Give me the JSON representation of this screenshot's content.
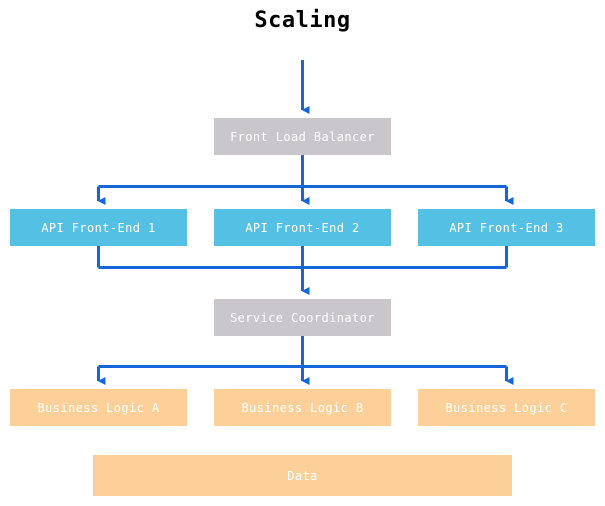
{
  "diagram": {
    "title": "Scaling",
    "type": "flowchart",
    "background": "#ffffff",
    "connector_color": "#1566d9",
    "palette": {
      "gray": "#c9c6cc",
      "cyan": "#54c0e3",
      "peach": "#fdd09a",
      "node_text": "#ffffff",
      "title_text": "#000000"
    },
    "tiers": [
      {
        "name": "entry",
        "nodes": [
          {
            "id": "front-load-balancer",
            "label": "Front Load Balancer",
            "color": "gray",
            "column": "center"
          }
        ]
      },
      {
        "name": "api-front-ends",
        "nodes": [
          {
            "id": "api-front-end-1",
            "label": "API Front-End 1",
            "color": "cyan",
            "column": "left"
          },
          {
            "id": "api-front-end-2",
            "label": "API Front-End 2",
            "color": "cyan",
            "column": "center"
          },
          {
            "id": "api-front-end-3",
            "label": "API Front-End 3",
            "color": "cyan",
            "column": "right"
          }
        ]
      },
      {
        "name": "coordination",
        "nodes": [
          {
            "id": "service-coordinator",
            "label": "Service Coordinator",
            "color": "gray",
            "column": "center"
          }
        ]
      },
      {
        "name": "business-logic",
        "nodes": [
          {
            "id": "business-logic-a",
            "label": "Business Logic A",
            "color": "peach",
            "column": "left"
          },
          {
            "id": "business-logic-b",
            "label": "Business Logic B",
            "color": "peach",
            "column": "center"
          },
          {
            "id": "business-logic-c",
            "label": "Business Logic C",
            "color": "peach",
            "column": "right"
          }
        ]
      },
      {
        "name": "storage",
        "nodes": [
          {
            "id": "data",
            "label": "Data",
            "color": "peach",
            "column": "wide-center"
          }
        ]
      }
    ],
    "edges": [
      {
        "id": "inbound-to-front-load-balancer",
        "from": "external",
        "to": "front-load-balancer",
        "style": "arrow-down"
      },
      {
        "id": "front-load-balancer-to-api-1",
        "from": "front-load-balancer",
        "to": "api-front-end-1",
        "style": "fan-out"
      },
      {
        "id": "front-load-balancer-to-api-2",
        "from": "front-load-balancer",
        "to": "api-front-end-2",
        "style": "fan-out"
      },
      {
        "id": "front-load-balancer-to-api-3",
        "from": "front-load-balancer",
        "to": "api-front-end-3",
        "style": "fan-out"
      },
      {
        "id": "api-1-to-service-coordinator",
        "from": "api-front-end-1",
        "to": "service-coordinator",
        "style": "fan-in"
      },
      {
        "id": "api-2-to-service-coordinator",
        "from": "api-front-end-2",
        "to": "service-coordinator",
        "style": "fan-in"
      },
      {
        "id": "api-3-to-service-coordinator",
        "from": "api-front-end-3",
        "to": "service-coordinator",
        "style": "fan-in"
      },
      {
        "id": "service-coordinator-to-business-logic-a",
        "from": "service-coordinator",
        "to": "business-logic-a",
        "style": "fan-out"
      },
      {
        "id": "service-coordinator-to-business-logic-b",
        "from": "service-coordinator",
        "to": "business-logic-b",
        "style": "fan-out"
      },
      {
        "id": "service-coordinator-to-business-logic-c",
        "from": "service-coordinator",
        "to": "business-logic-c",
        "style": "fan-out"
      }
    ]
  }
}
